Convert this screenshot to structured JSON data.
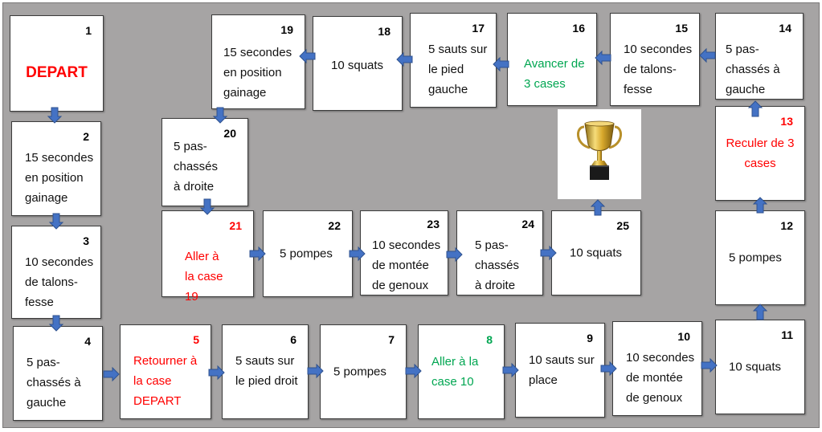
{
  "board": {
    "colors": {
      "background": "#a6a4a4",
      "arrow": "#4472c4",
      "red": "#ff0000",
      "green": "#00a651"
    },
    "cells": [
      {
        "number": "1",
        "text": "DEPART"
      },
      {
        "number": "2",
        "text": "15 secondes en position gainage"
      },
      {
        "number": "3",
        "text": "10 secondes de talons-fesse"
      },
      {
        "number": "4",
        "text": "5 pas-chassés à gauche"
      },
      {
        "number": "5",
        "text": "Retourner à la case DEPART"
      },
      {
        "number": "6",
        "text": "5 sauts sur le pied droit"
      },
      {
        "number": "7",
        "text": "5 pompes"
      },
      {
        "number": "8",
        "text": "Aller à la case 10"
      },
      {
        "number": "9",
        "text": "10 sauts sur place"
      },
      {
        "number": "10",
        "text": "10 secondes de montée de genoux"
      },
      {
        "number": "11",
        "text": "10 squats"
      },
      {
        "number": "12",
        "text": "5 pompes"
      },
      {
        "number": "13",
        "text": "Reculer de 3 cases"
      },
      {
        "number": "14",
        "text": "5 pas-chassés à gauche"
      },
      {
        "number": "15",
        "text": "10 secondes de talons-fesse"
      },
      {
        "number": "16",
        "text": "Avancer de 3 cases"
      },
      {
        "number": "17",
        "text": "5 sauts sur le pied gauche"
      },
      {
        "number": "18",
        "text": "10 squats"
      },
      {
        "number": "19",
        "text": "15 secondes en position gainage"
      },
      {
        "number": "20",
        "text": "5 pas-chassés à droite"
      },
      {
        "number": "21",
        "text": "Aller à la case 19"
      },
      {
        "number": "22",
        "text": "5 pompes"
      },
      {
        "number": "23",
        "text": "10 secondes de montée de genoux"
      },
      {
        "number": "24",
        "text": "5 pas-chassés à droite"
      },
      {
        "number": "25",
        "text": "10 squats"
      }
    ],
    "trophy_icon": "trophy-icon"
  }
}
